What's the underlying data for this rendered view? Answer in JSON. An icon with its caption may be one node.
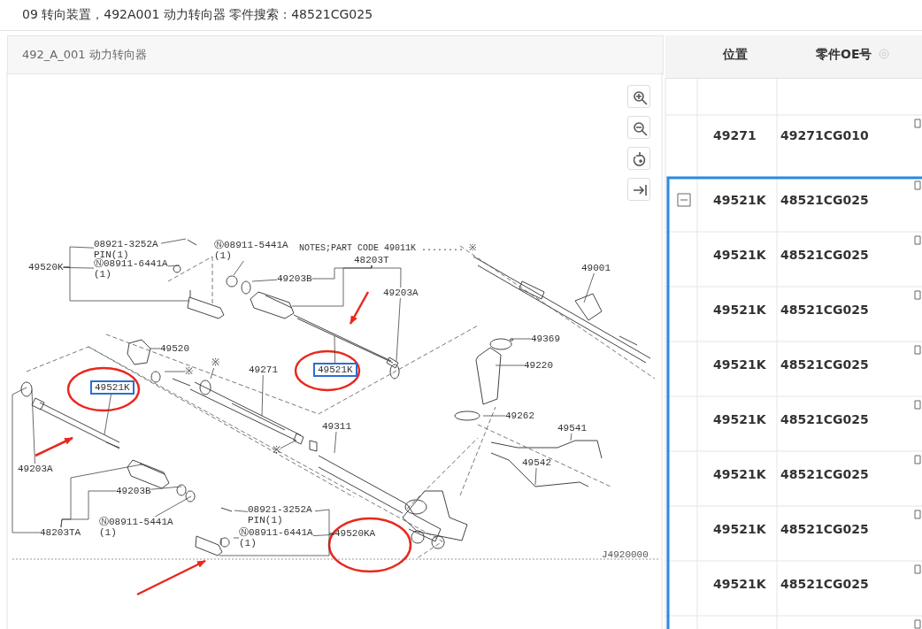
{
  "diagram": {
    "title": "09 转向装置，492A001 动力转向器 零件搜索：48521CG025",
    "nodes": [
      {
        "text": [
          "49520K"
        ]
      },
      {
        "text": [
          "08921-3252A PIN(1)"
        ]
      },
      {
        "text": [
          "Ⓝ08911-6441A (1)"
        ]
      },
      {
        "text": [
          "Ⓝ08911-5441A (1)"
        ]
      },
      {
        "text": [
          "48203T"
        ]
      },
      {
        "text": [
          "49203B"
        ]
      },
      {
        "text": [
          "49203A"
        ]
      },
      {
        "text": [
          "49521K"
        ]
      },
      {
        "text": [
          "49520"
        ]
      },
      {
        "text": [
          "49271"
        ]
      },
      {
        "text": [
          "49521K"
        ]
      },
      {
        "text": [
          "49203A"
        ]
      },
      {
        "text": [
          "49203B"
        ]
      },
      {
        "text": [
          "Ⓝ08911-5441A (1)"
        ]
      },
      {
        "text": [
          "48203TA"
        ]
      },
      {
        "text": [
          "08921-3252A PIN(1)"
        ]
      },
      {
        "text": [
          "Ⓝ08911-6441A (1)"
        ]
      },
      {
        "text": [
          "49520KA"
        ]
      },
      {
        "text": [
          "49001"
        ]
      },
      {
        "text": [
          "49369"
        ]
      },
      {
        "text": [
          "49220"
        ]
      },
      {
        "text": [
          "49262"
        ]
      },
      {
        "text": [
          "49311"
        ]
      },
      {
        "text": [
          "49541"
        ]
      },
      {
        "text": [
          "49542"
        ]
      },
      {
        "text": [
          "※"
        ]
      },
      {
        "text": [
          "※"
        ]
      },
      {
        "text": [
          "※"
        ]
      }
    ],
    "edges": [
      {
        "from": 0,
        "to": 1,
        "arrow": "none"
      },
      {
        "from": 0,
        "to": 2,
        "arrow": "none"
      },
      {
        "from": 0,
        "to": null,
        "arrow": "none"
      },
      {
        "from": 1,
        "to": null,
        "arrow": "none"
      },
      {
        "from": 2,
        "to": null,
        "arrow": "none"
      },
      {
        "from": 3,
        "to": null,
        "arrow": "none"
      },
      {
        "from": 4,
        "to": 5,
        "arrow": "none"
      },
      {
        "from": 4,
        "to": 6,
        "arrow": "none"
      },
      {
        "from": 4,
        "to": null,
        "arrow": "none"
      },
      {
        "from": 5,
        "to": null,
        "arrow": "none"
      },
      {
        "from": 6,
        "to": null,
        "arrow": "none"
      },
      {
        "from": 7,
        "to": null,
        "arrow": "none"
      },
      {
        "from": 8,
        "to": null,
        "arrow": "none"
      },
      {
        "from": 9,
        "to": null,
        "arrow": "none"
      },
      {
        "from": 10,
        "to": null,
        "arrow": "none"
      },
      {
        "from": 11,
        "to": null,
        "arrow": "none"
      },
      {
        "from": 12,
        "to": null,
        "arrow": "none"
      },
      {
        "from": 13,
        "to": null,
        "arrow": "none"
      },
      {
        "from": 14,
        "to": 12,
        "arrow": "none"
      },
      {
        "from": 14,
        "to": null,
        "arrow": "none"
      },
      {
        "from": 14,
        "to": null,
        "arrow": "none"
      },
      {
        "from": 17,
        "to": 15,
        "arrow": "none"
      },
      {
        "from": 17,
        "to": 16,
        "arrow": "none"
      },
      {
        "from": 17,
        "to": null,
        "arrow": "none"
      },
      {
        "from": 15,
        "to": null,
        "arrow": "none"
      },
      {
        "from": 16,
        "to": null,
        "arrow": "none"
      },
      {
        "from": 18,
        "to": null,
        "arrow": "none"
      },
      {
        "from": 19,
        "to": null,
        "arrow": "none"
      },
      {
        "from": 20,
        "to": null,
        "arrow": "none"
      },
      {
        "from": 21,
        "to": null,
        "arrow": "none"
      },
      {
        "from": 22,
        "to": null,
        "arrow": "none"
      },
      {
        "from": 23,
        "to": null,
        "arrow": "none"
      },
      {
        "from": 24,
        "to": null,
        "arrow": "none"
      },
      {
        "from": 25,
        "to": null,
        "arrow": "none"
      },
      {
        "from": 26,
        "to": null,
        "arrow": "none"
      },
      {
        "from": 27,
        "to": null,
        "arrow": "none"
      }
    ],
    "labels": [
      "492_A_001 动力转向器",
      "NOTES;PART CODE 49011K ........ ※",
      "J4920000",
      "位置",
      "零件OE号",
      "49271",
      "49271CG010",
      "49521K",
      "48521CG025",
      "49521K",
      "48521CG025",
      "49521K",
      "48521CG025",
      "49521K",
      "48521CG025",
      "49521K",
      "48521CG025",
      "49521K",
      "48521CG025",
      "49521K",
      "48521CG025",
      "49521K",
      "48521CG025"
    ]
  }
}
